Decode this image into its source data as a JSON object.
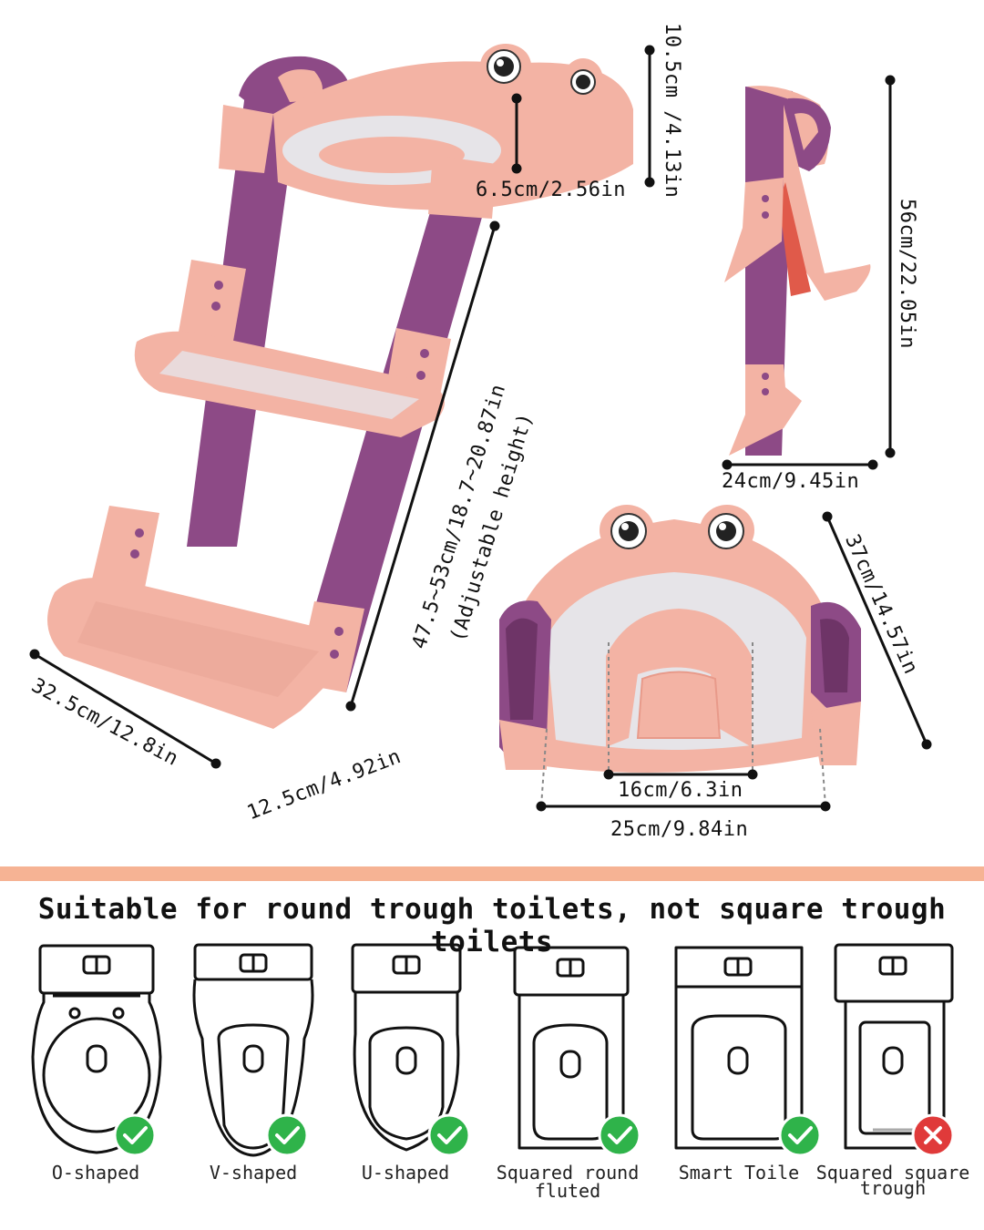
{
  "dimensions": {
    "seat_height": "10.5cm /4.13in",
    "seat_gap": "6.5cm/2.56in",
    "step_depth": "32.5cm/12.8in",
    "step_width": "12.5cm/4.92in",
    "ladder_height_line1": "47.5~53cm/18.7~20.87in",
    "ladder_height_line2": "(Adjustable height)",
    "side_height": "56cm/22.05in",
    "side_depth": "24cm/9.45in",
    "seat_length": "37cm/14.57in",
    "seat_inner_width": "16cm/6.3in",
    "seat_outer_width": "25cm/9.84in"
  },
  "headline": "Suitable for round trough toilets, not square trough toilets",
  "toilets": [
    {
      "label": "O-shaped",
      "label2": "",
      "suitable": true
    },
    {
      "label": "V-shaped",
      "label2": "",
      "suitable": true
    },
    {
      "label": "U-shaped",
      "label2": "",
      "suitable": true
    },
    {
      "label": "Squared round",
      "label2": "fluted",
      "suitable": true
    },
    {
      "label": "Smart Toile",
      "label2": "",
      "suitable": true
    },
    {
      "label": "Squared square",
      "label2": "trough",
      "suitable": false
    }
  ],
  "colors": {
    "pink": "#f3b3a4",
    "pink_dark": "#e89a8a",
    "purple": "#8d4a86",
    "purple_dark": "#6e3467",
    "grey_seat": "#e6e4e8",
    "accent_band": "#f6b394",
    "check_green": "#2fb34a",
    "cross_red": "#e03a3a"
  }
}
